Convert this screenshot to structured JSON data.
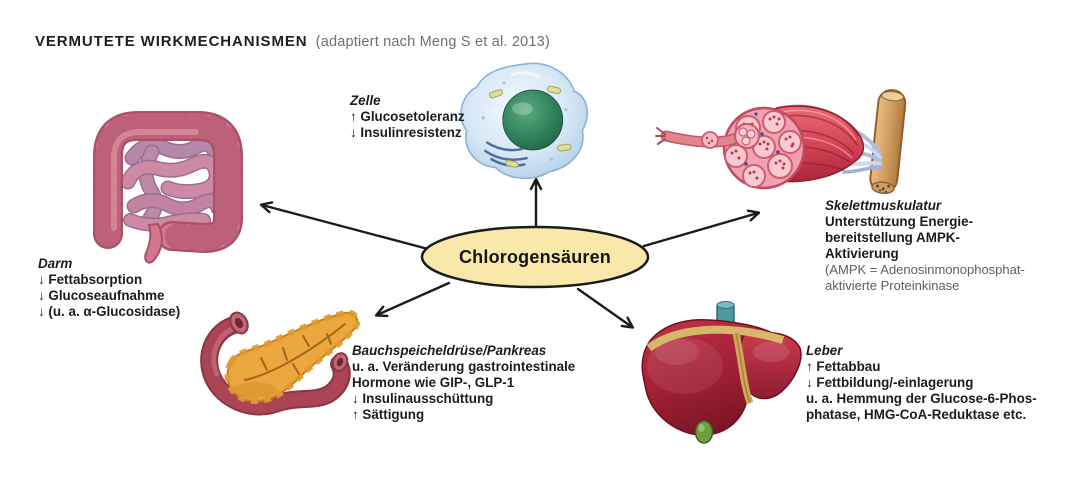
{
  "header": {
    "title": "VERMUTETE WIRKMECHANISMEN",
    "subtitle": "(adaptiert nach Meng S et al. 2013)"
  },
  "center": {
    "label": "Chlorogensäuren"
  },
  "nodes": {
    "darm": {
      "name": "Darm",
      "lines": [
        "↓ Fettabsorption",
        "↓ Glucoseaufnahme",
        "↓ (u. a. α-Glucosidase)"
      ],
      "illustration": "intestine-illustration"
    },
    "zelle": {
      "name": "Zelle",
      "lines": [
        "↑ Glucosetoleranz",
        "↓ Insulinresistenz"
      ],
      "illustration": "cell-illustration"
    },
    "skelettmuskulatur": {
      "name": "Skelettmuskulatur",
      "lines": [
        "Unterstützung Energie-",
        "bereitstellung AMPK-",
        "Aktivierung"
      ],
      "note_lines": [
        "(AMPK = Adenosinmonophosphat-",
        "aktivierte Proteinkinase"
      ],
      "illustration": "muscle-illustration"
    },
    "pankreas": {
      "name": "Bauchspeicheldrüse/Pankreas",
      "lines": [
        "u. a. Veränderung gastrointestinale",
        "Hormone wie GIP-, GLP-1",
        "↓ Insulinausschüttung",
        "↑ Sättigung"
      ],
      "illustration": "pancreas-illustration"
    },
    "leber": {
      "name": "Leber",
      "lines": [
        "↑ Fettabbau",
        "↓ Fettbildung/-einlagerung",
        "u. a. Hemmung der Glucose-6-Phos-",
        "phatase, HMG-CoA-Reduktase etc."
      ],
      "illustration": "liver-illustration"
    }
  },
  "colors": {
    "ellipse_fill": "#F8E8A9",
    "ellipse_stroke": "#1B1B1B",
    "arrow": "#1B1B1B",
    "body_text": "#1C1C1C",
    "note_text": "#5E5E5E",
    "subtitle_text": "#6F6F6F"
  }
}
